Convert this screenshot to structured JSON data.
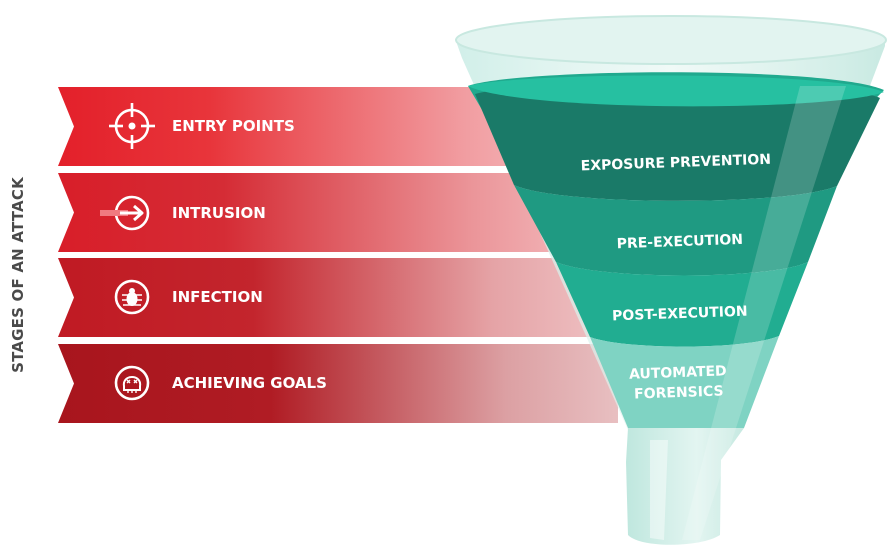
{
  "side_label": "STAGES OF AN ATTACK",
  "stages": [
    {
      "label": "ENTRY POINTS",
      "icon": "crosshair-icon"
    },
    {
      "label": "INTRUSION",
      "icon": "arrow-right-icon"
    },
    {
      "label": "INFECTION",
      "icon": "bug-icon"
    },
    {
      "label": "ACHIEVING GOALS",
      "icon": "skull-icon"
    }
  ],
  "funnel_layers": [
    {
      "label": "EXPOSURE PREVENTION"
    },
    {
      "label": "PRE-EXECUTION"
    },
    {
      "label": "POST-EXECUTION"
    },
    {
      "label_line1": "AUTOMATED",
      "label_line2": "FORENSICS"
    }
  ],
  "colors": {
    "ribbon_red": "#e3202a",
    "ribbon_dark_red": "#a81922",
    "funnel_teal_dark": "#1a7a68",
    "funnel_teal": "#20a98e",
    "funnel_teal_light": "#7fd3c3",
    "label_gray": "#4a4a4a"
  }
}
